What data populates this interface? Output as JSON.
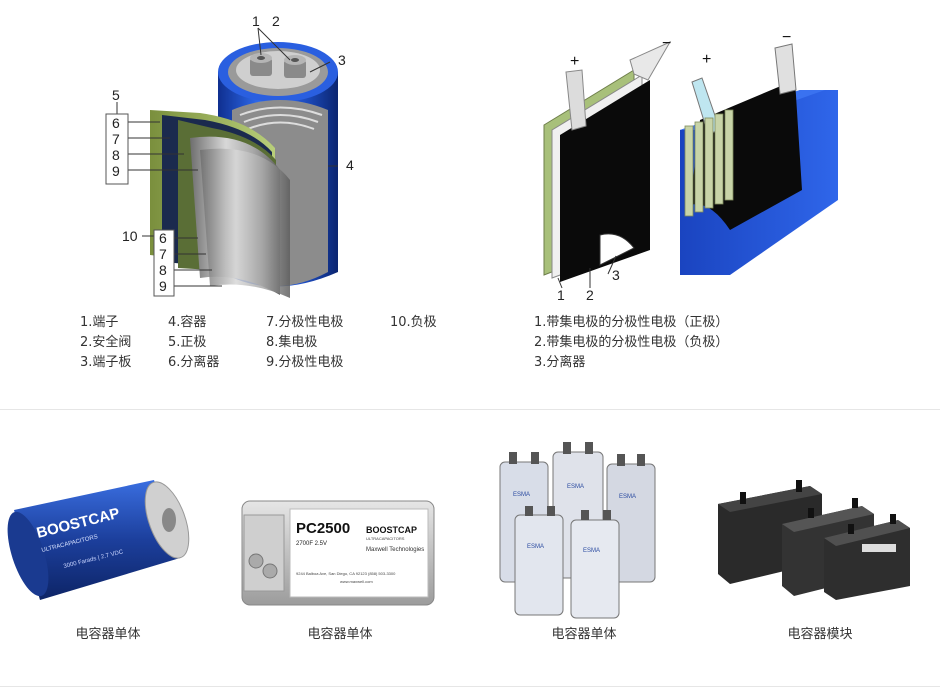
{
  "left_diagram": {
    "callouts": [
      "1",
      "2",
      "3",
      "4",
      "5",
      "6",
      "7",
      "8",
      "9",
      "10",
      "6",
      "7",
      "8",
      "9"
    ],
    "legend": [
      [
        "1.端子",
        "2.安全阀",
        "3.端子板"
      ],
      [
        "4.容器",
        "5.正极",
        "6.分离器"
      ],
      [
        "7.分极性电极",
        "8.集电极",
        "9.分极性电极"
      ],
      [
        "10.负极"
      ]
    ]
  },
  "right_diagram": {
    "callouts": [
      "+",
      "−",
      "+",
      "−",
      "1",
      "2",
      "3"
    ],
    "legend": [
      "1.带集电极的分极性电极（正极）",
      "2.带集电极的分极性电极（负极）",
      "3.分离器"
    ]
  },
  "products": [
    {
      "caption": "电容器单体",
      "brand": "BOOSTCAP",
      "sub": "ULTRACAPACITORS",
      "rating": "3000 Farads | 2.7 VDC"
    },
    {
      "caption": "电容器单体",
      "model": "PC2500",
      "rating": "2700F 2.5V",
      "brand": "BOOSTCAP",
      "sub": "ULTRACAPACITORS",
      "maker": "Maxwell Technologies",
      "address": "9244 Balboa Ave, San Diego, CA 92123 (858) 503-3300",
      "web": "www.maxwell.com"
    },
    {
      "caption": "电容器单体",
      "label": "ESMA"
    },
    {
      "caption": "电容器模块"
    }
  ],
  "colors": {
    "blue": "#1f50c8",
    "green": "#9fb86a",
    "gray": "#9a9a9a",
    "black": "#0a0a0a"
  }
}
